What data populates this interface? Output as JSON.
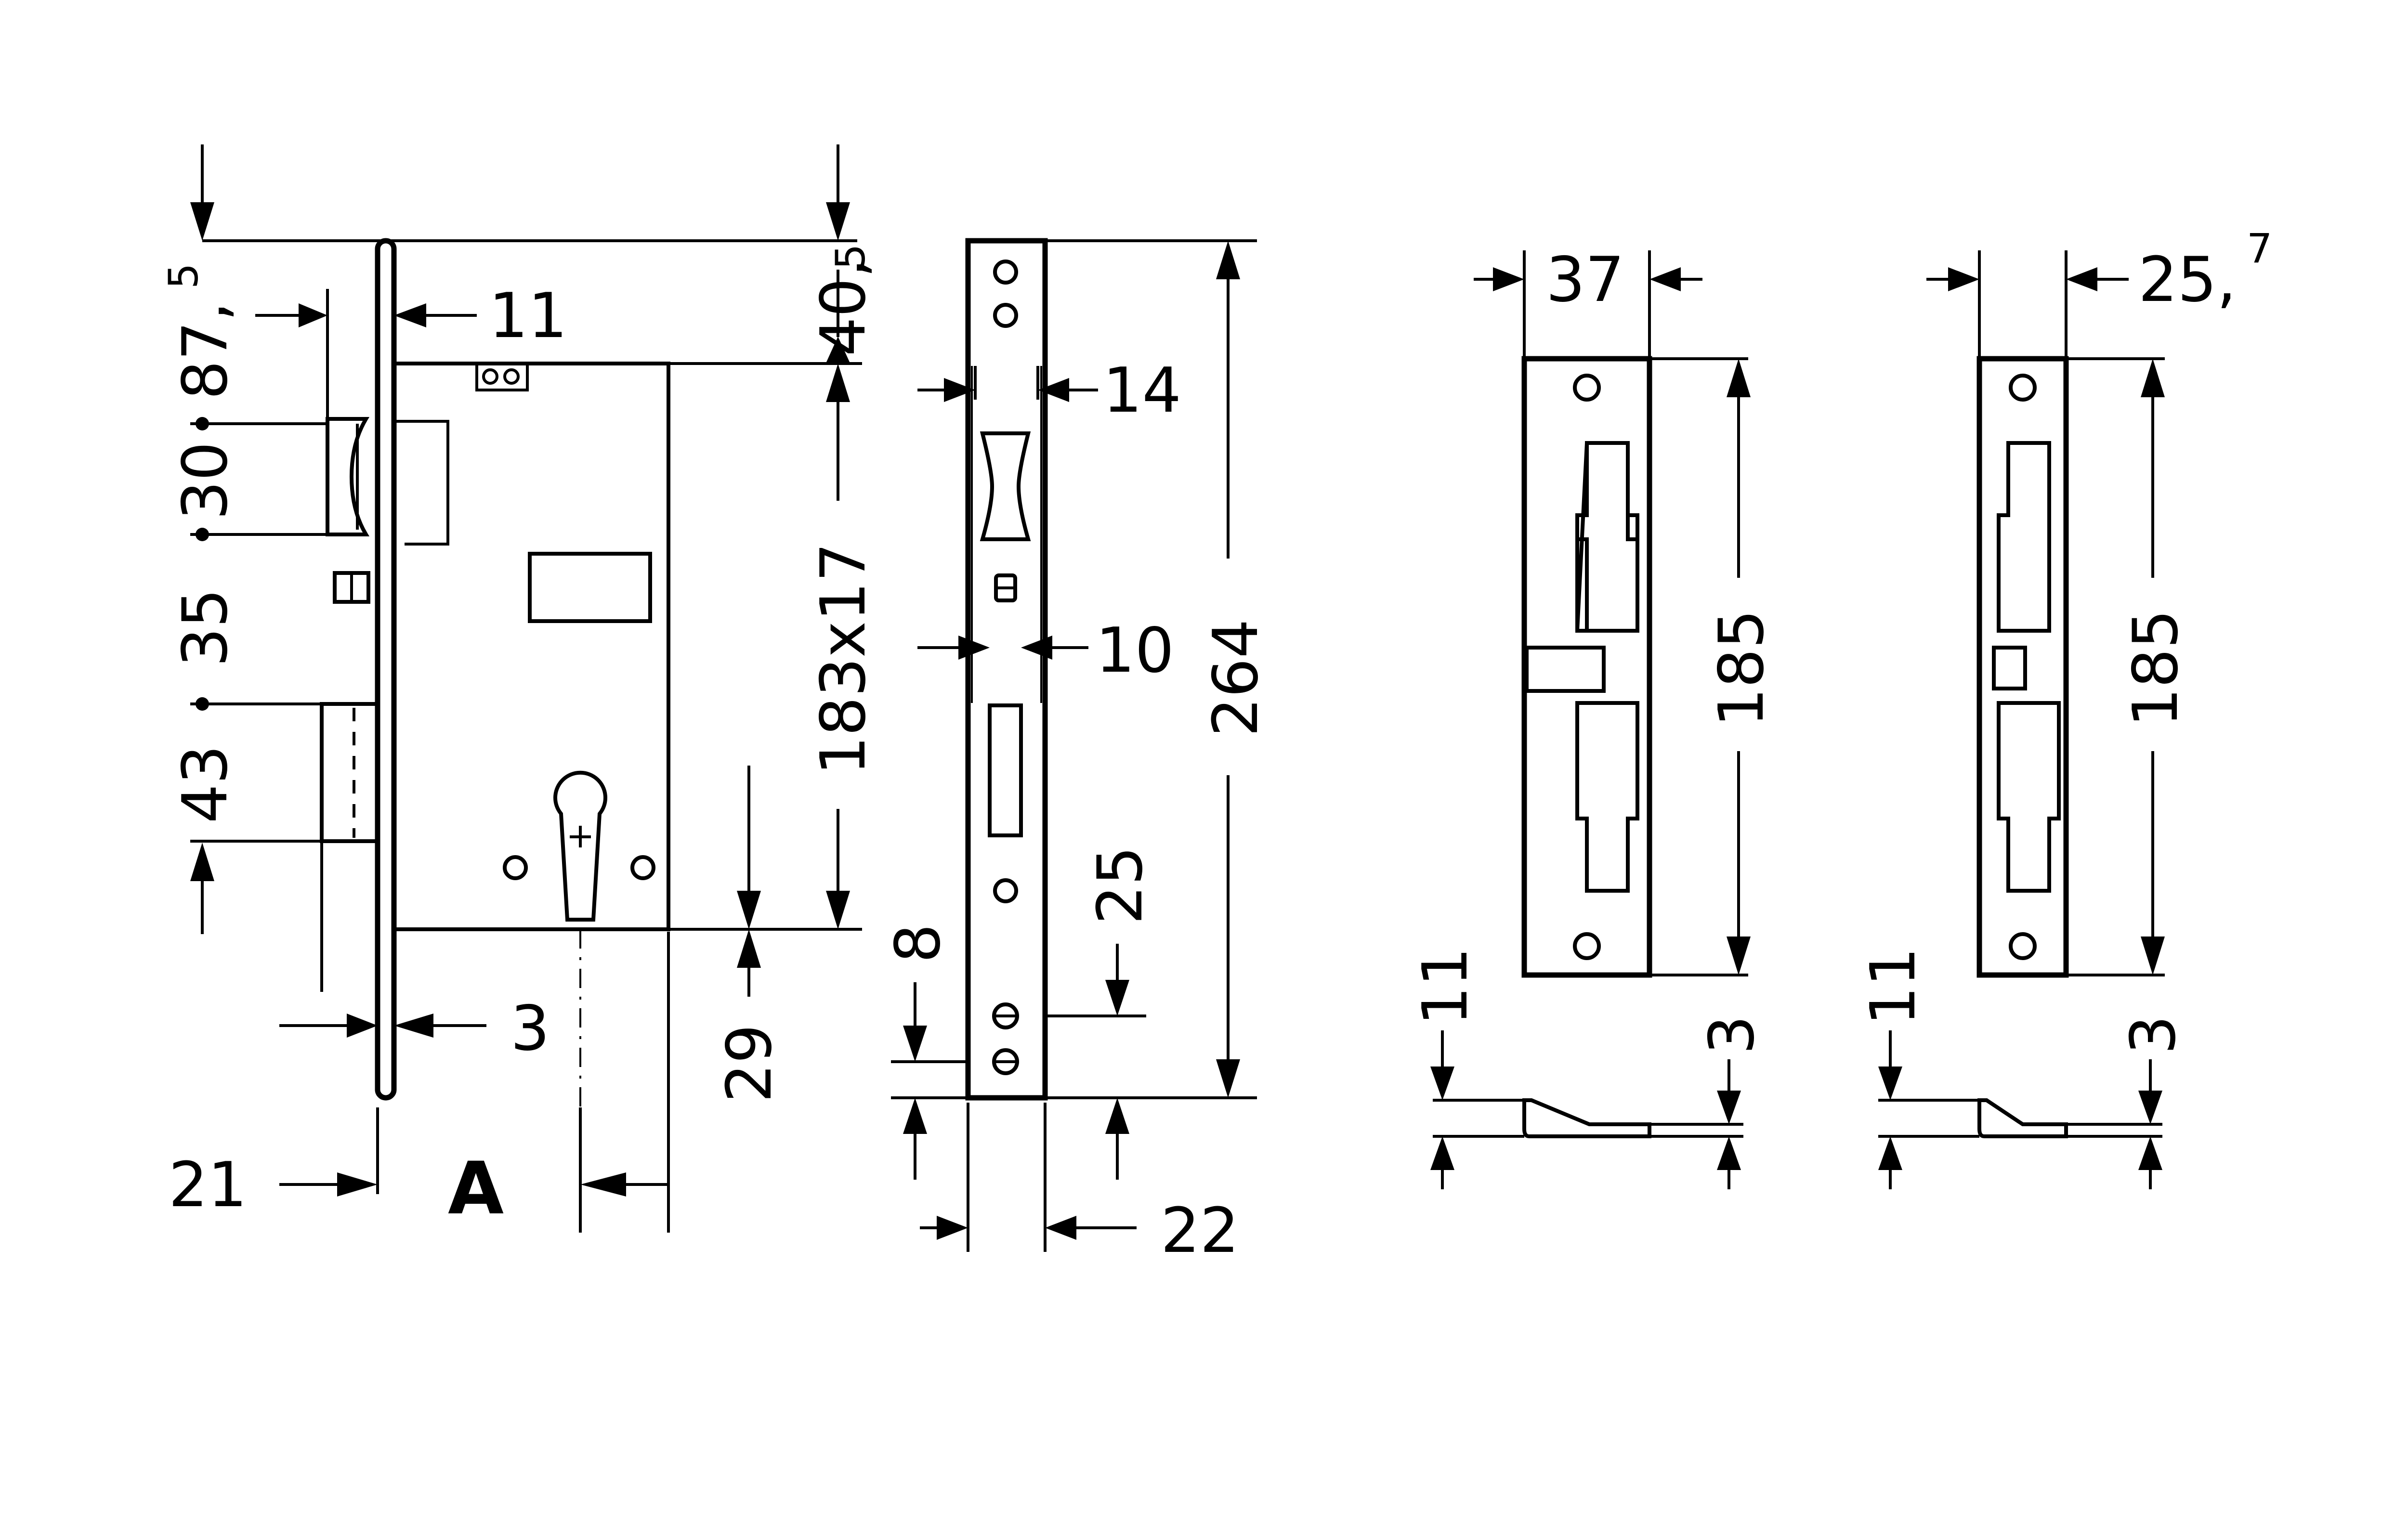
{
  "drawing": {
    "colors": {
      "line": "#000000",
      "background": "#ffffff"
    },
    "lock_body": {
      "dim_11": "11",
      "dim_87_5": "87,",
      "dim_87_5_sup": "5",
      "dim_30": "30",
      "dim_35": "35",
      "dim_43": "43",
      "dim_40_5": "40,",
      "dim_40_5_sup": "5",
      "dim_183x17": "183x17",
      "dim_29": "29",
      "dim_3": "3",
      "dim_21": "21",
      "dim_A": "A"
    },
    "faceplate": {
      "dim_14": "14",
      "dim_10": "10",
      "dim_264": "264",
      "dim_25": "25",
      "dim_8": "8",
      "dim_22": "22"
    },
    "strike_plate_1": {
      "dim_37": "37",
      "dim_185": "185",
      "dim_11": "11",
      "dim_3": "3"
    },
    "strike_plate_2": {
      "dim_25_7": "25,",
      "dim_25_7_sup": "7",
      "dim_185": "185",
      "dim_11": "11",
      "dim_3": "3"
    }
  }
}
